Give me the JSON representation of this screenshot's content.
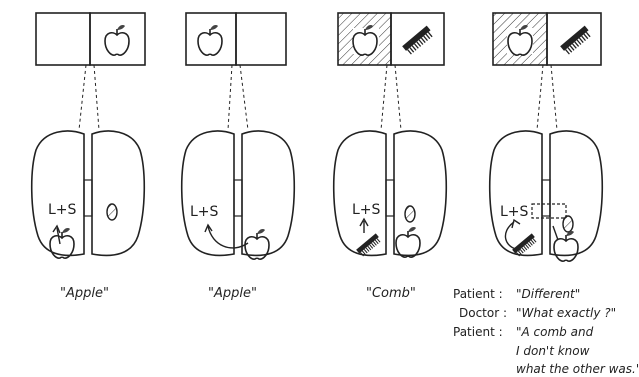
{
  "hemisphere_label": "L+S",
  "panels": [
    {
      "caption": "\"Apple\""
    },
    {
      "caption": "\"Apple\""
    },
    {
      "caption": "\"Comb\""
    },
    {
      "caption": ""
    }
  ],
  "dialogue": [
    {
      "speaker": "Patient :",
      "line": "\"Different\""
    },
    {
      "speaker": "Doctor :",
      "line": "\"What exactly ?\""
    },
    {
      "speaker": "Patient :",
      "line": "\"A comb and"
    },
    {
      "speaker": "",
      "line": "I don't know"
    },
    {
      "speaker": "",
      "line": "what the other was.\""
    }
  ]
}
